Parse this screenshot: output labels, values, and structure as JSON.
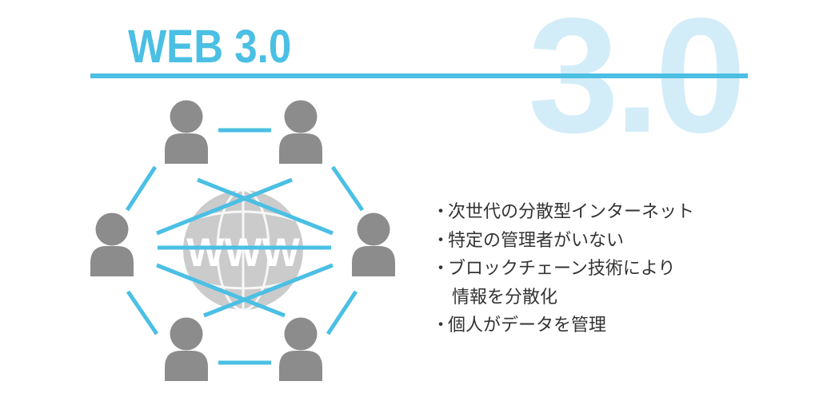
{
  "title": "WEB 3.0",
  "background_number": "3.0",
  "globe_label": "WWW",
  "bullets": [
    {
      "text": "次世代の分散型インターネット"
    },
    {
      "text": "特定の管理者がいない"
    },
    {
      "text": "ブロックチェーン技術により",
      "continuation": "情報を分散化"
    },
    {
      "text": "個人がデータを管理"
    }
  ],
  "bullet_marker": "・",
  "colors": {
    "accent": "#4bbfe4",
    "person": "#8c8c8c",
    "globe": "#cbcbcb",
    "background_number": "#d3edf8"
  }
}
